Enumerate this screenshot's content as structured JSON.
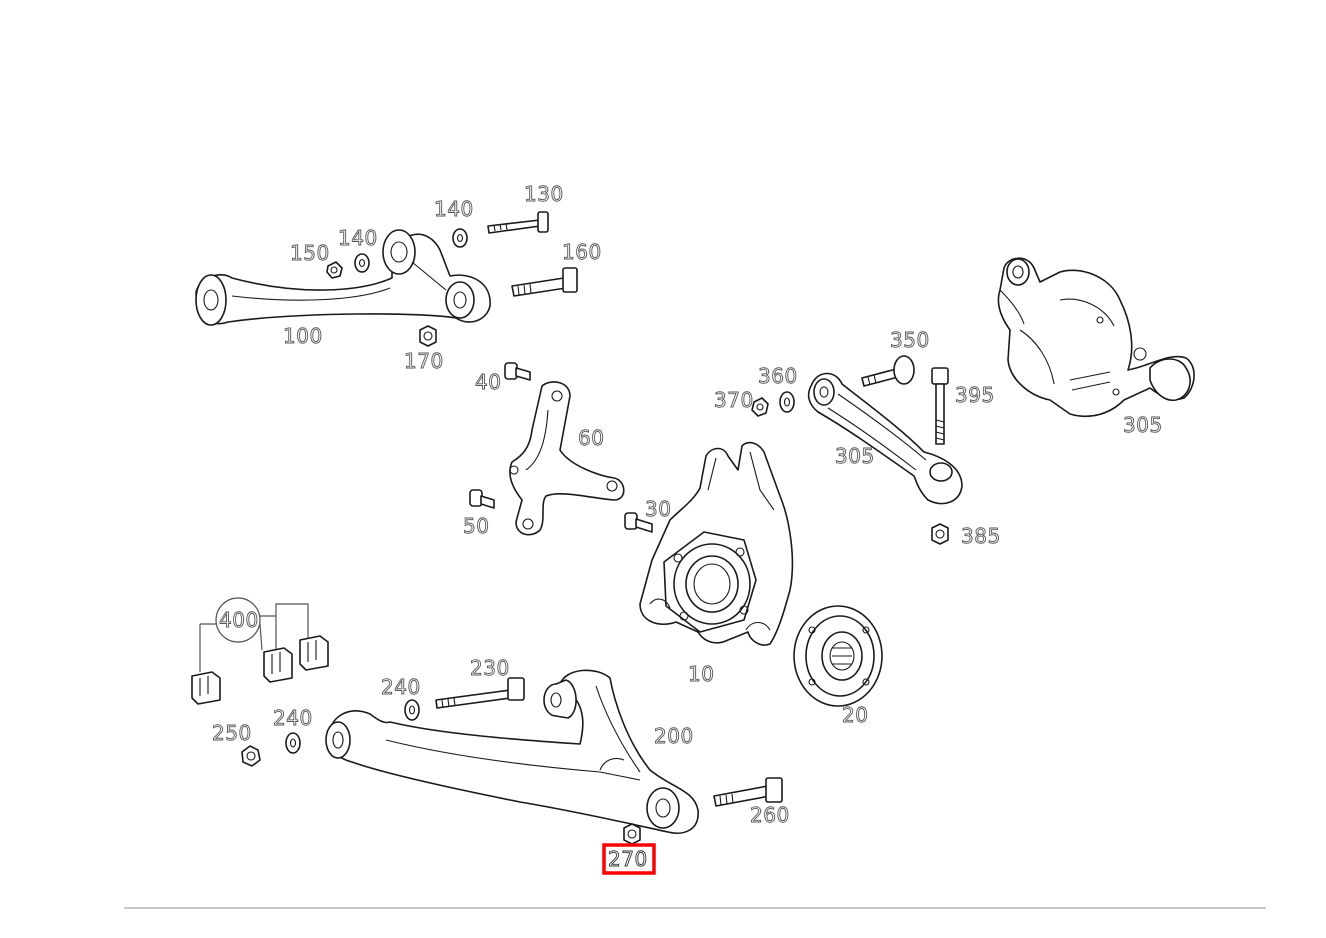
{
  "highlight_color": "#ff0000",
  "highlighted_part": "270",
  "callouts": {
    "c100": "100",
    "c130": "130",
    "c140a": "140",
    "c140b": "140",
    "c150": "150",
    "c160": "160",
    "c170": "170",
    "c40": "40",
    "c60": "60",
    "c50": "50",
    "c30": "30",
    "c10": "10",
    "c20": "20",
    "c350": "350",
    "c360": "360",
    "c370": "370",
    "c395": "395",
    "c305a": "305",
    "c305b": "305",
    "c385": "385",
    "c400": "400",
    "c230": "230",
    "c240a": "240",
    "c240b": "240",
    "c250": "250",
    "c200": "200",
    "c260": "260",
    "c270": "270"
  }
}
